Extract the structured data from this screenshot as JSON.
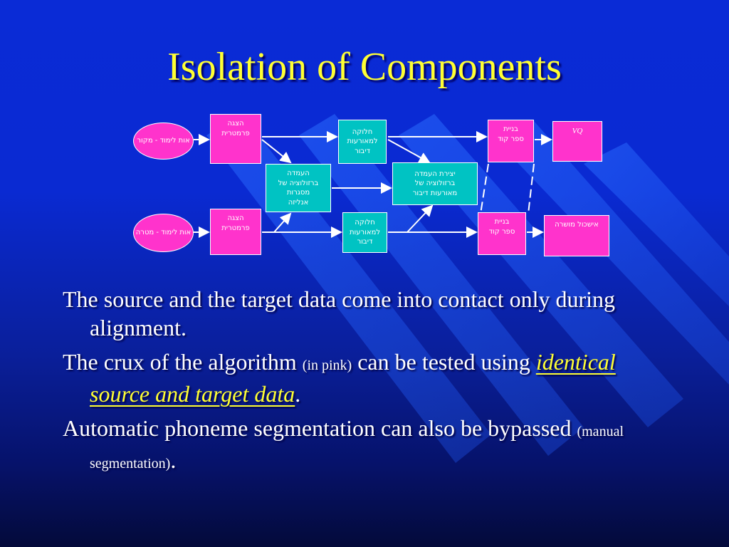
{
  "slide": {
    "title": "Isolation of Components"
  },
  "colors": {
    "background": "#0a2bd6",
    "title": "#ffff33",
    "pink_node": "#ff33cc",
    "teal_node": "#00c3c3",
    "text": "#ffffff"
  },
  "diagram": {
    "source_input": "אות לימוד - מקור",
    "target_input": "אות לימוד - מטרה",
    "param_top": "הצגה\nפרמטרית",
    "param_bottom": "הצגה\nפרמטרית",
    "align_frames": "העמדה\nברזולוציה של\nמסגרות\nאנליזה",
    "seg_top": "חלוקה\nלמאורעות\nדיבור",
    "seg_bottom": "חלוקה\nלמאורעות\nדיבור",
    "align_events": "יצירת העמדה\nברזולוציה של\nמאורעות דיבור",
    "codebook_top": "בניית\nספר קוד",
    "codebook_bottom": "בניית\nספר קוד",
    "vq": "VQ",
    "supervised": "אישכול מושרה"
  },
  "bullets": [
    {
      "text": "The source and the target data come into contact only during alignment."
    },
    {
      "pre": "The crux of the algorithm ",
      "small": "(in pink)",
      "mid": " can be tested using ",
      "highlight": "identical source and target data",
      "post": "."
    },
    {
      "pre": "Automatic phoneme segmentation can also be bypassed ",
      "small": "(manual segmentation)",
      "post": "."
    }
  ]
}
